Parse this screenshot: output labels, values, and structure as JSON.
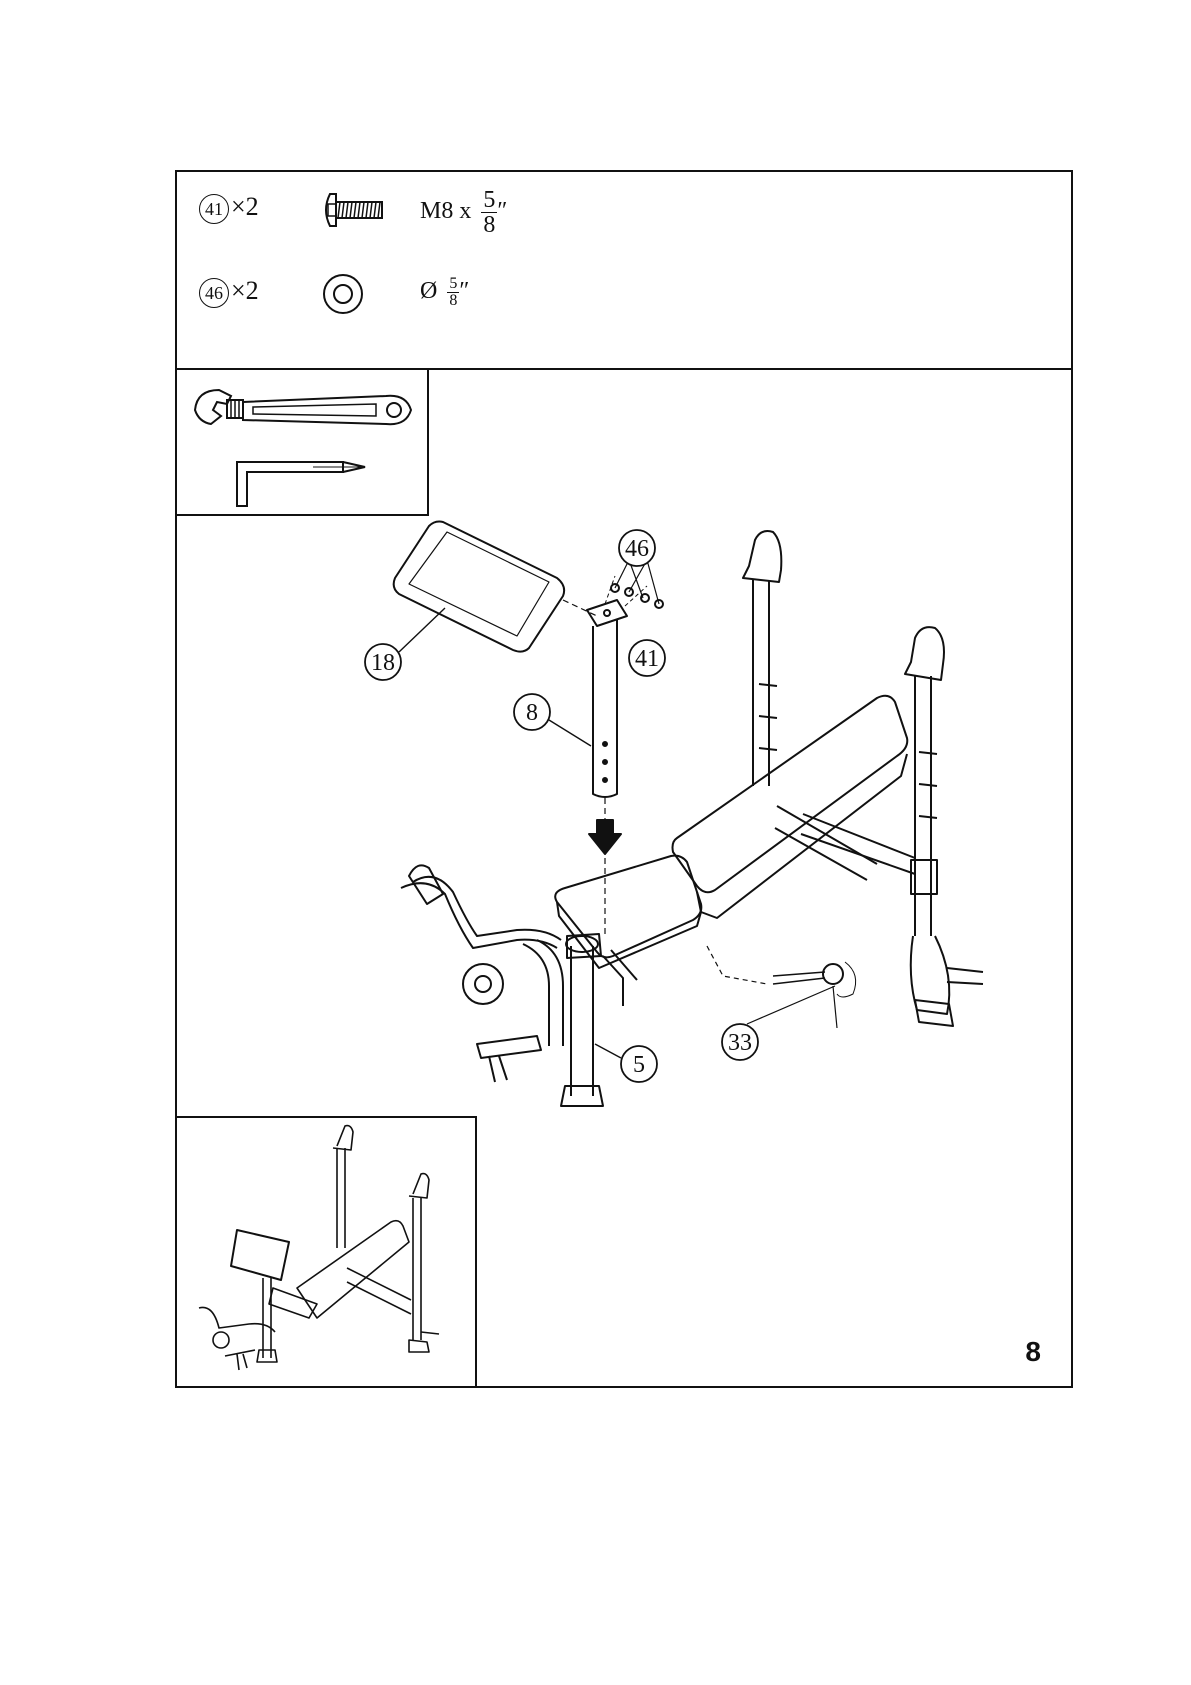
{
  "hardware": [
    {
      "part": "41",
      "qty": "×2",
      "size_prefix": "M8  x",
      "frac_num": "5",
      "frac_den": "8",
      "unit": "″",
      "icon": "bolt-icon"
    },
    {
      "part": "46",
      "qty": "×2",
      "size_prefix": "Ø",
      "frac_num": "5",
      "frac_den": "8",
      "unit": "″",
      "icon": "washer-icon"
    }
  ],
  "tools": [
    "wrench-icon",
    "allen-key-icon"
  ],
  "callouts": {
    "pad": "18",
    "post": "8",
    "washer": "46",
    "bolt": "41",
    "frame": "5",
    "knob": "33"
  },
  "page_number": "8"
}
